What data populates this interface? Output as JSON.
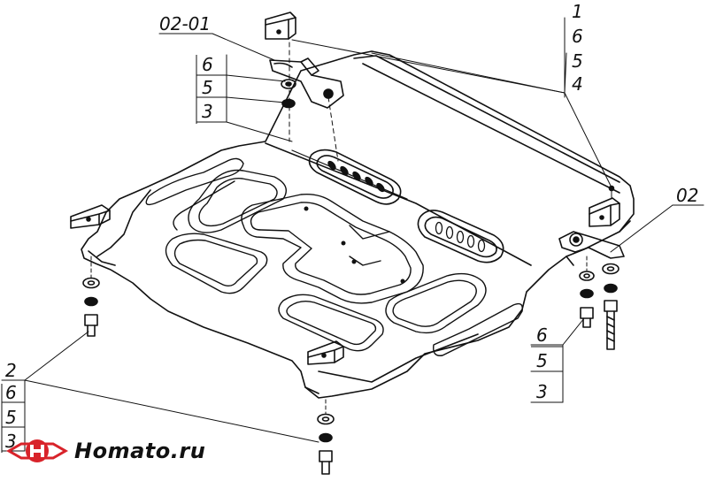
{
  "labels": {
    "top_left": "02-01",
    "top_right_stack": [
      "1",
      "6",
      "5",
      "4"
    ],
    "left_stack": [
      "6",
      "5",
      "3"
    ],
    "right": "02",
    "right_stack": [
      "6",
      "5",
      "3"
    ],
    "bottom_left_stack": [
      "2",
      "6",
      "5",
      "3"
    ]
  },
  "brand": {
    "name": "Homato.ru",
    "logo_icon": "homato-logo-icon"
  },
  "colors": {
    "line": "#111111",
    "logo_red": "#d8232a"
  }
}
